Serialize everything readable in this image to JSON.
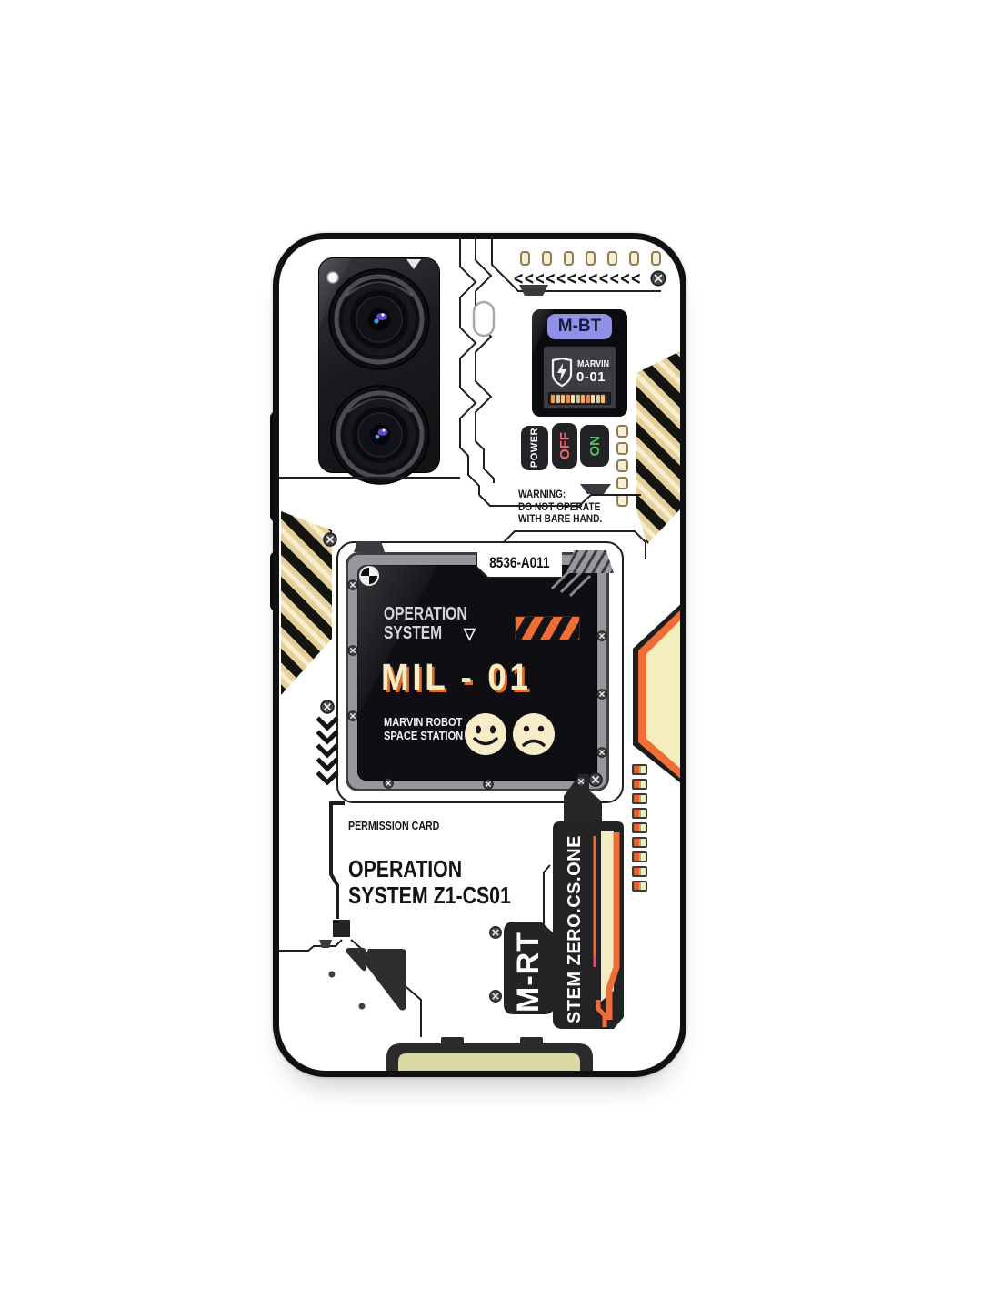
{
  "case_print": {
    "top_module": {
      "pad_count": 7,
      "arrows_glyphs": "<<<<<<<<<<<<",
      "battery_badge": "M-BT",
      "battery_brand": "MARVIN",
      "battery_model": "0-01",
      "battery_segment_colors": [
        "#f0a04a",
        "#c9cf9e",
        "#f4c878",
        "#ef8a5e",
        "#f6e6b4",
        "#b9cc92",
        "#f2b264",
        "#ea7f58",
        "#f6e2ac",
        "#ccd49e",
        "#f2c06e"
      ],
      "power_label": "POWER",
      "off_label": "OFF",
      "on_label": "ON",
      "side_pad_count": 5
    },
    "warning": {
      "title": "WARNING:",
      "line1": "DO NOT OPERATE",
      "line2": "WITH BARE HAND."
    },
    "os_panel": {
      "serial": "8536-A011",
      "heading_line1": "OPERATION",
      "heading_line2": "SYSTEM",
      "heading_glyph": "▽",
      "model_code": "MIL - 01",
      "caption_line1": "MARVIN ROBOT",
      "caption_line2": "SPACE STATION"
    },
    "lower_left": {
      "permission_label": "PERMISSION CARD",
      "os_line1": "OPERATION",
      "os_line2": "SYSTEM Z1-CS01"
    },
    "lower_right": {
      "module_label": "M-RT",
      "rail_label": "STEM ZERO.CS.ONE",
      "smd_pad_count": 9
    },
    "colors": {
      "accent_orange": "#ee6e35",
      "cream_fill": "#f4eebc",
      "badge_purple": "#8f92e4",
      "off_red": "#ef6a6a",
      "on_green": "#58c06a",
      "hazard_gold": "#e5cf9b",
      "case_white": "#ffffff",
      "ink_black": "#1a1a1c"
    }
  }
}
